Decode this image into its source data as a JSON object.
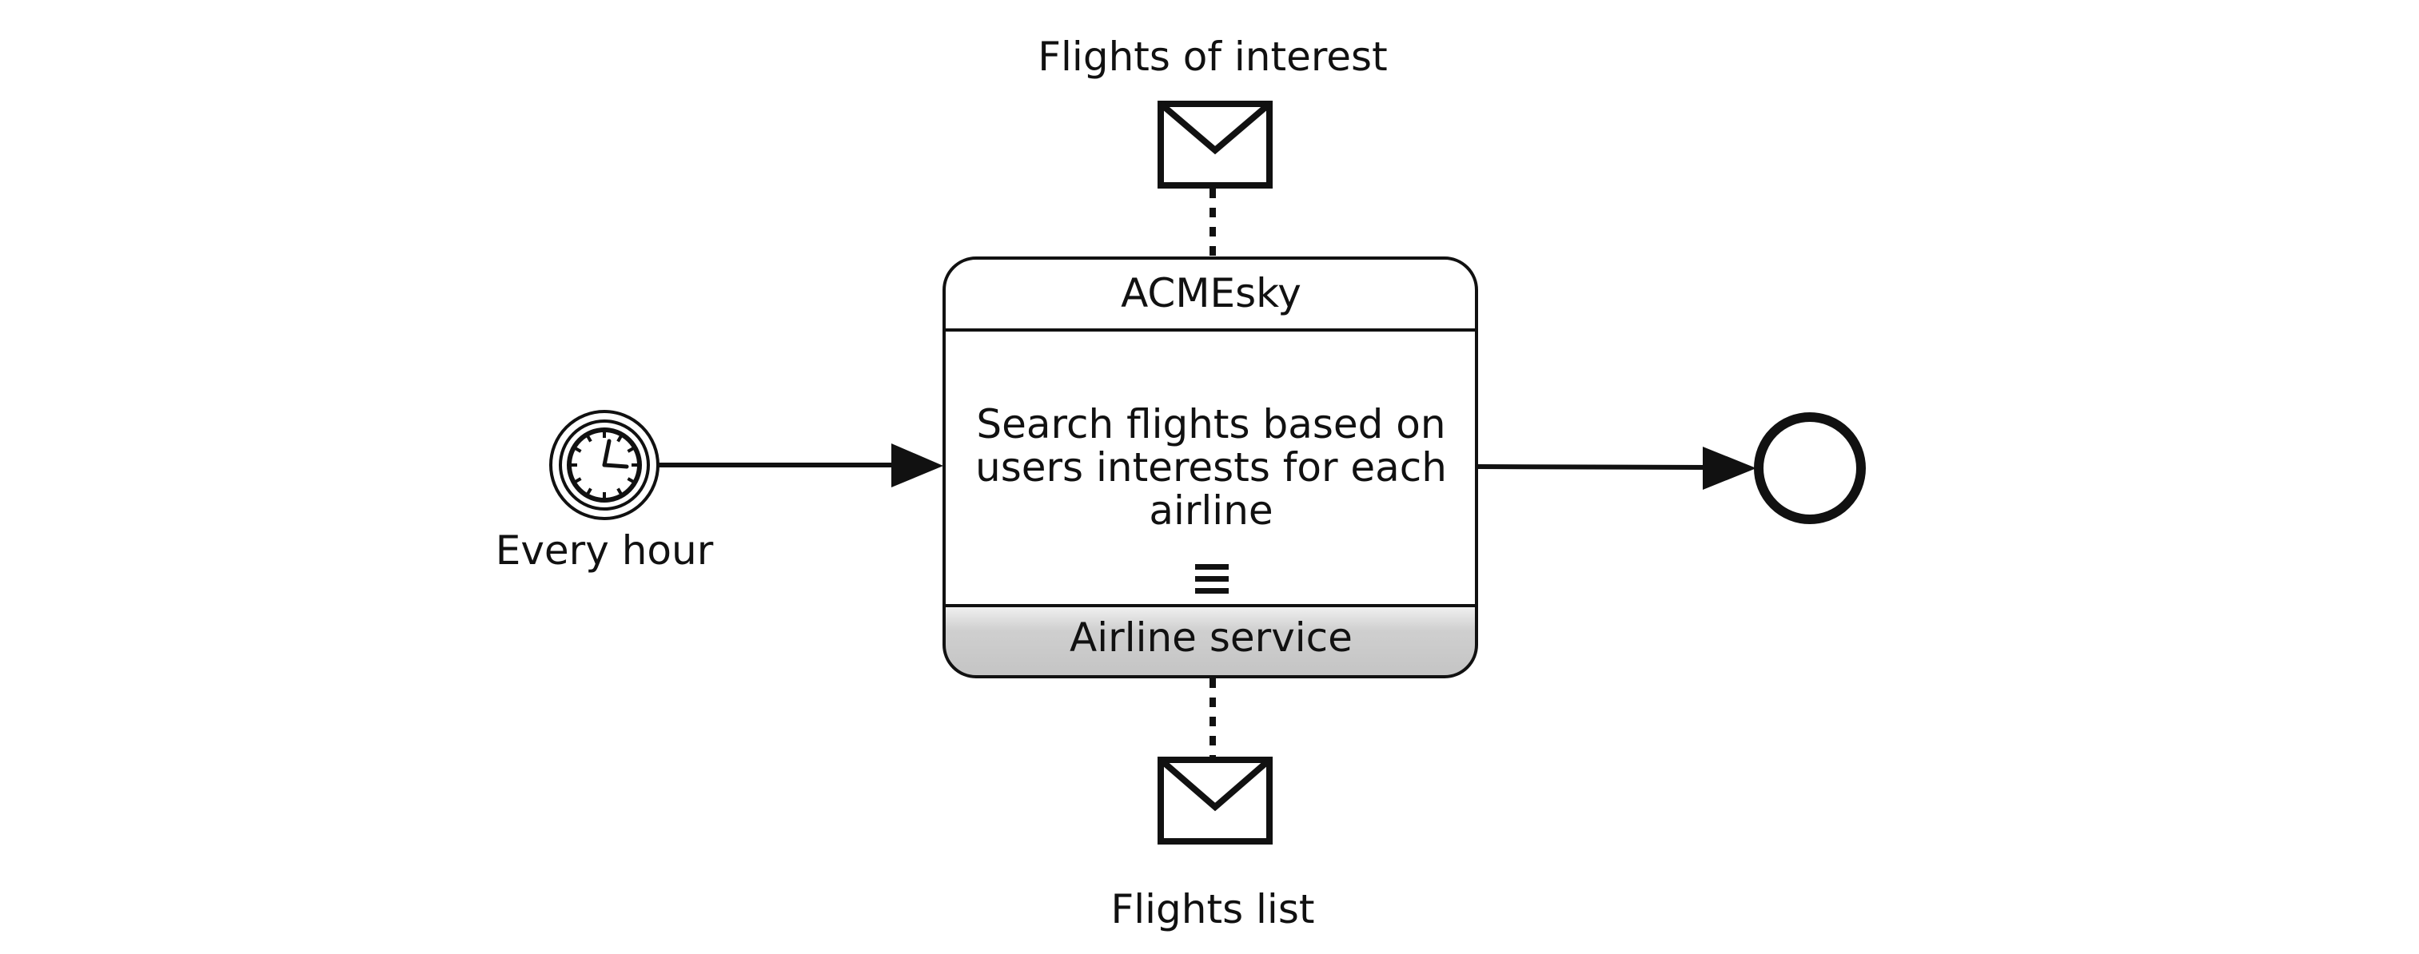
{
  "start_event": {
    "label": "Every hour",
    "icon": "timer-icon"
  },
  "task": {
    "participant_top": "ACMEsky",
    "name_lines": [
      "Search flights based on",
      "users interests for each",
      "airline"
    ],
    "participant_bottom": "Airline service",
    "marker_icon": "sequential-multi-instance-icon"
  },
  "message_top": {
    "label": "Flights of interest",
    "icon": "envelope-icon"
  },
  "message_bottom": {
    "label": "Flights list",
    "icon": "envelope-icon"
  },
  "end_event": {
    "icon": "end-event-icon"
  }
}
